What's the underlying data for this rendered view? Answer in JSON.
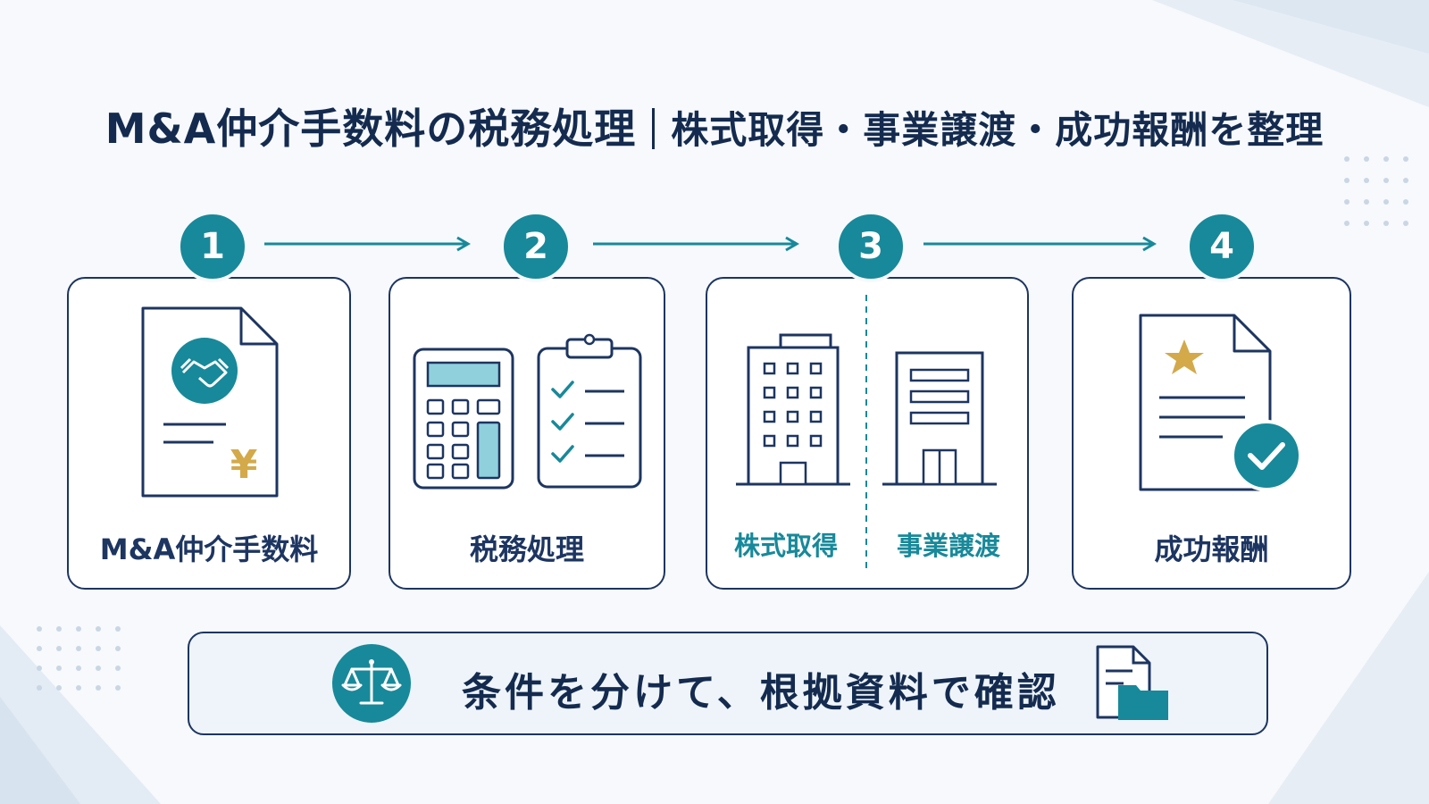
{
  "title": {
    "main": "M&A仲介手数料の税務処理",
    "sub": "株式取得・事業譲渡・成功報酬を整理"
  },
  "steps": [
    {
      "number": "1",
      "label": "M&A仲介手数料",
      "icon": "fee-document-handshake-icon"
    },
    {
      "number": "2",
      "label": "税務処理",
      "icon": "calculator-checklist-icon"
    },
    {
      "number": "3",
      "labels": [
        "株式取得",
        "事業譲渡"
      ],
      "icon": "buildings-icon"
    },
    {
      "number": "4",
      "label": "成功報酬",
      "icon": "certificate-check-icon"
    }
  ],
  "footer": {
    "text": "条件を分けて、根拠資料で確認",
    "left_icon": "scales-icon",
    "right_icon": "document-folder-icon"
  },
  "colors": {
    "navy": "#1d3561",
    "teal": "#17899a",
    "light_teal": "#8fd0dc",
    "gold": "#d3a94a",
    "background": "#f7f9fc"
  }
}
